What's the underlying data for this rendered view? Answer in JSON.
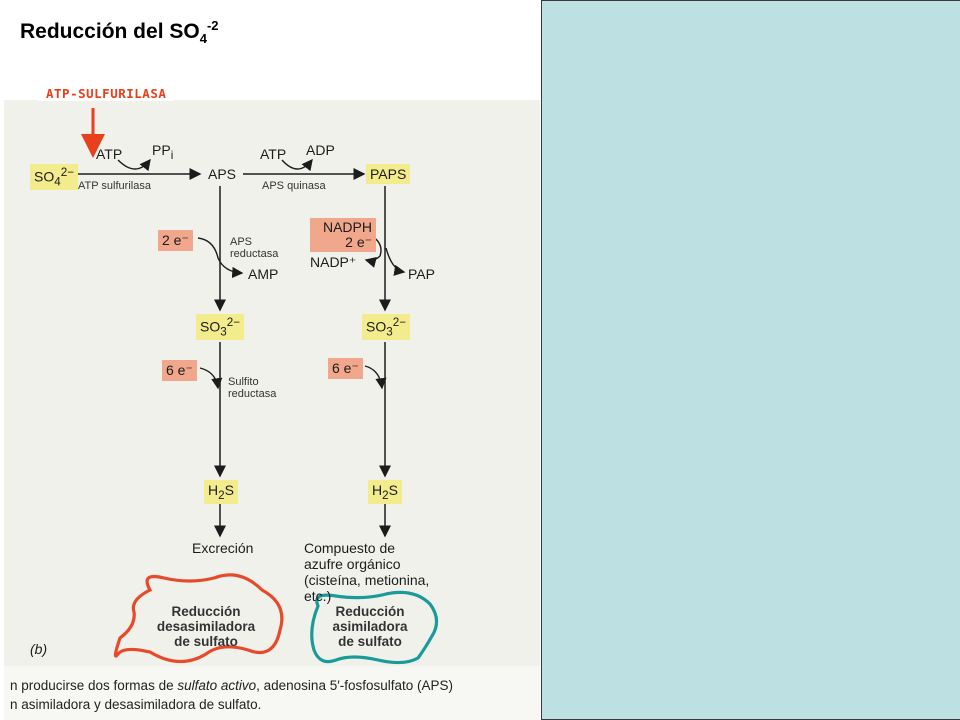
{
  "title": {
    "main": "Reducción del SO",
    "sub": "4",
    "sup": "-2"
  },
  "enzyme_label": "ATP-SULFURILASA",
  "diagram": {
    "so4": {
      "base": "SO",
      "sub": "4",
      "sup": "2−"
    },
    "atp1": "ATP",
    "ppi": {
      "base": "PP",
      "sub": "i"
    },
    "atp_sulfurilasa": "ATP sulfurilasa",
    "aps": "APS",
    "atp2": "ATP",
    "adp": "ADP",
    "aps_quinasa": "APS quinasa",
    "paps": "PAPS",
    "two_e_left": "2 e⁻",
    "aps_reductasa_1": "APS",
    "aps_reductasa_2": "reductasa",
    "amp": "AMP",
    "nadph": "NADPH",
    "two_e_right": "2 e⁻",
    "nadp": "NADP⁺",
    "pap": "PAP",
    "so3_left": {
      "base": "SO",
      "sub": "3",
      "sup": "2−"
    },
    "so3_right": {
      "base": "SO",
      "sub": "3",
      "sup": "2−"
    },
    "six_e_left": "6 e⁻",
    "six_e_right": "6 e⁻",
    "sulfito_1": "Sulfito",
    "sulfito_2": "reductasa",
    "h2s_left": {
      "base": "H",
      "sub": "2",
      "rest": "S"
    },
    "h2s_right": {
      "base": "H",
      "sub": "2",
      "rest": "S"
    },
    "excrecion": "Excreción",
    "compuesto": [
      "Compuesto de",
      "azufre orgánico",
      "(cisteína, metionina,",
      "etc.)"
    ],
    "panel_letter": "(b)",
    "desasimiladora": [
      "Reducción",
      "desasimiladora",
      "de sulfato"
    ],
    "asimiladora": [
      "Reducción",
      "asimiladora",
      "de sulfato"
    ]
  },
  "caption": {
    "line1_a": "n producirse dos formas de ",
    "line1_b": "sulfato activo",
    "line1_c": ", adenosina 5′-fosfosulfato (APS)",
    "line2": "n asimiladora y desasimiladora de sulfato."
  },
  "colors": {
    "panel": "#bde0e3",
    "arrow_red": "#e8401c",
    "outline_red": "#e64a2a",
    "outline_teal": "#1a9a98"
  }
}
